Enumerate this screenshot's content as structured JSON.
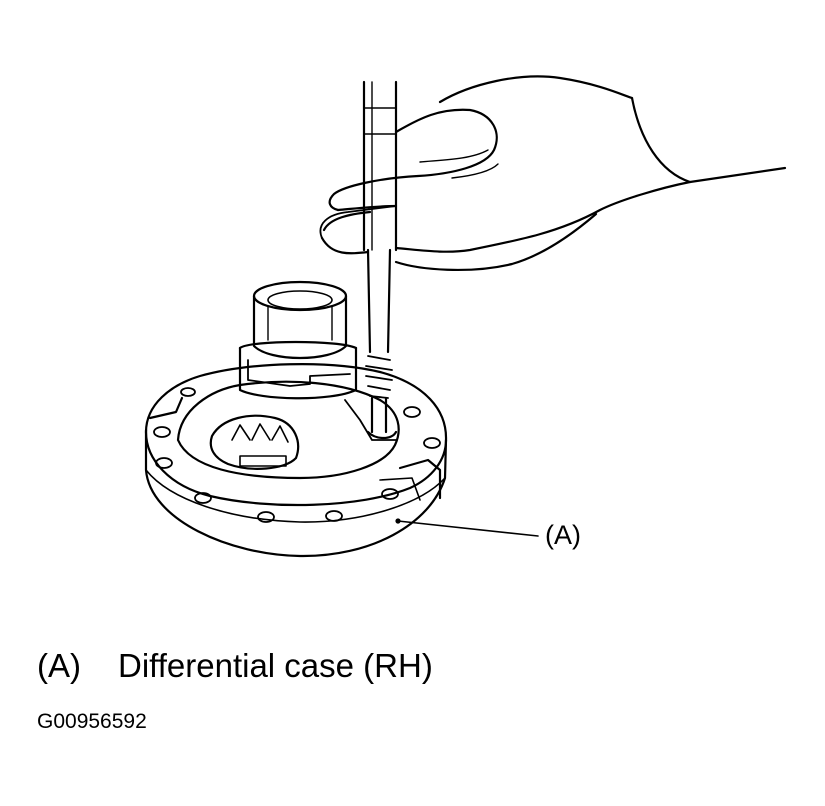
{
  "figure": {
    "callout_label": "(A)",
    "legend": [
      {
        "key": "(A)",
        "text": "Differential case (RH)"
      }
    ],
    "code": "G00956592"
  },
  "colors": {
    "line": "#000000",
    "background": "#ffffff"
  }
}
